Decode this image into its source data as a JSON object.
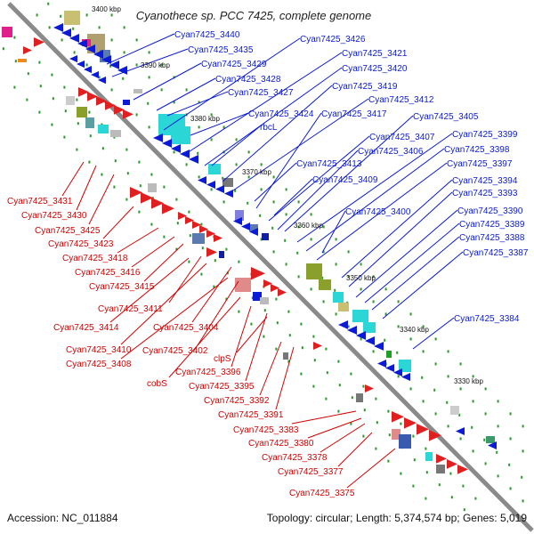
{
  "title": "Cyanothece sp. PCC 7425, complete genome",
  "footer": {
    "accession": "Accession: NC_011884",
    "summary": "Topology: circular; Length: 5,374,574 bp; Genes: 5,019"
  },
  "ticks": [
    "3400 kbp",
    "3390 kbp",
    "3380 kbp",
    "3370 kbp",
    "3360 kbp",
    "3350 kbp",
    "3340 kbp",
    "3330 kbp"
  ],
  "blue_labels": [
    "Cyan7425_3440",
    "Cyan7425_3435",
    "Cyan7425_3429",
    "Cyan7425_3428",
    "Cyan7425_3427",
    "Cyan7425_3426",
    "Cyan7425_3421",
    "Cyan7425_3420",
    "Cyan7425_3419",
    "Cyan7425_3412",
    "Cyan7425_3424",
    "Cyan7425_3417",
    "rbcL",
    "Cyan7425_3405",
    "Cyan7425_3407",
    "Cyan7425_3399",
    "Cyan7425_3406",
    "Cyan7425_3398",
    "Cyan7425_3413",
    "Cyan7425_3397",
    "Cyan7425_3409",
    "Cyan7425_3394",
    "Cyan7425_3393",
    "Cyan7425_3400",
    "Cyan7425_3390",
    "Cyan7425_3389",
    "Cyan7425_3388",
    "Cyan7425_3387",
    "Cyan7425_3384"
  ],
  "red_labels": [
    "Cyan7425_3431",
    "Cyan7425_3430",
    "Cyan7425_3425",
    "Cyan7425_3423",
    "Cyan7425_3418",
    "Cyan7425_3416",
    "Cyan7425_3415",
    "Cyan7425_3411",
    "Cyan7425_3414",
    "Cyan7425_3404",
    "Cyan7425_3410",
    "Cyan7425_3402",
    "Cyan7425_3408",
    "clpS",
    "Cyan7425_3396",
    "cobS",
    "Cyan7425_3395",
    "Cyan7425_3392",
    "Cyan7425_3391",
    "Cyan7425_3383",
    "Cyan7425_3380",
    "Cyan7425_3378",
    "Cyan7425_3377",
    "Cyan7425_3375"
  ],
  "colors": {
    "plus_strand": "#0a1ad6",
    "minus_strand": "#d40000",
    "backbone": "#7f7f7f",
    "cyan_feature": "#2ad6d6",
    "olive_feature": "#8aa02a",
    "tick_dot": "#2a9a2a"
  }
}
